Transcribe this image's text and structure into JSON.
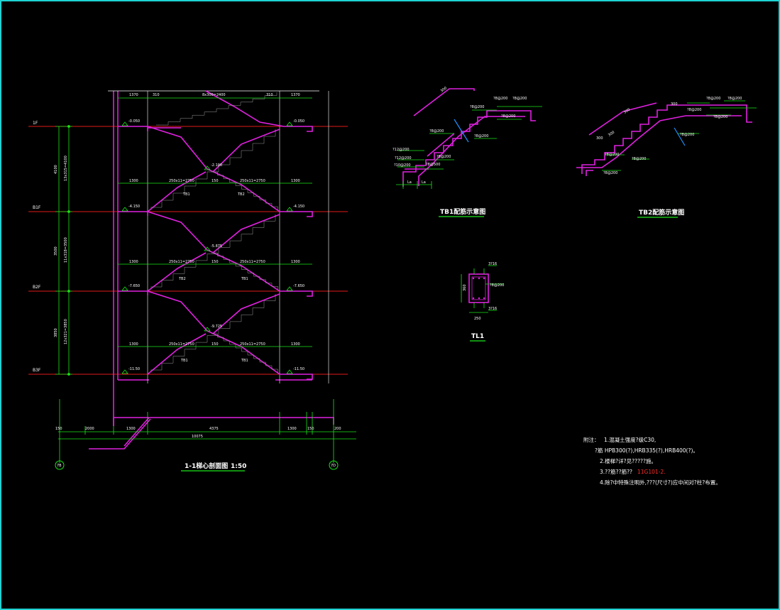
{
  "colors": {
    "background": "#000000",
    "frame": "#1fd3d3",
    "structure": "#e020e0",
    "dimension": "#19e619",
    "floor_line": "#e01a1a",
    "text": "#ffffff",
    "stair_hatch": "#9a9a9a",
    "highlight_text": "#ff2b2b",
    "break_line": "#1e90ff"
  },
  "section": {
    "title": "1-1梯心剖面图",
    "scale": "1:50",
    "axis_left": "7B",
    "axis_right": "7D",
    "floors": [
      {
        "name": "1F",
        "elev": "-0.050"
      },
      {
        "name": "B1F",
        "elev": "-4.150"
      },
      {
        "name": "B2F",
        "elev": "-7.650"
      },
      {
        "name": "B3F",
        "elev": "-11.50"
      }
    ],
    "landing_elevs": [
      "-2.100",
      "-5.875",
      "-9.725"
    ],
    "right_elevs": [
      "-0.050",
      "-4.150",
      "-7.650",
      "-11.50"
    ],
    "height_dims": [
      "4100",
      "3500",
      "3850"
    ],
    "height_details": [
      "13x315=4100",
      "11x318=3500",
      "12x321=3850"
    ],
    "top_dims": [
      "1370",
      "310",
      "2400",
      "310",
      "1370"
    ],
    "top_run": "8x300=2400",
    "row_dims": [
      "1300",
      "250x11=2750",
      "150",
      "250x11=2750",
      "1300"
    ],
    "stair_labels": [
      "TB1",
      "TB2",
      "TB2",
      "TB1",
      "TB1",
      "TB1"
    ],
    "bottom_dims": [
      "150",
      "2000",
      "1300",
      "4375",
      "1300",
      "150",
      "200"
    ],
    "bottom_total": "10075"
  },
  "tb1": {
    "title": "TB1配筋示意图",
    "labels": [
      "300",
      "?8@200",
      "?8@200",
      "?8@200",
      "?8@200",
      "?12@200",
      "?12@200",
      "?10@200",
      "?8@200",
      "?8@200",
      "La",
      "La",
      "?8@200",
      "?8@500"
    ]
  },
  "tb2": {
    "title": "TB2配筋示意图",
    "labels": [
      "300",
      "300",
      "300",
      "300",
      "?8@200",
      "?8@200",
      "?8@200",
      "?8@200",
      "?8@200",
      "?8@200",
      "?8@200",
      "?8@200"
    ]
  },
  "tl1": {
    "title": "TL1",
    "top_bar": "3?16",
    "stirrup": "?8@200",
    "bottom_bar": "3?16",
    "height": "360",
    "width": "250"
  },
  "notes": {
    "prefix": "附注：",
    "items": [
      "1.混凝土强度?级C30,",
      "?筋 HPB300(?),HRB335(?),HRB400(?)。",
      "2.楼梯?详?见?????施。",
      "3.??筋??筋??",
      "4.除?中特殊注明外,???(尺寸?)应中间对?柱?布置。"
    ],
    "highlight": "11G101-2."
  }
}
